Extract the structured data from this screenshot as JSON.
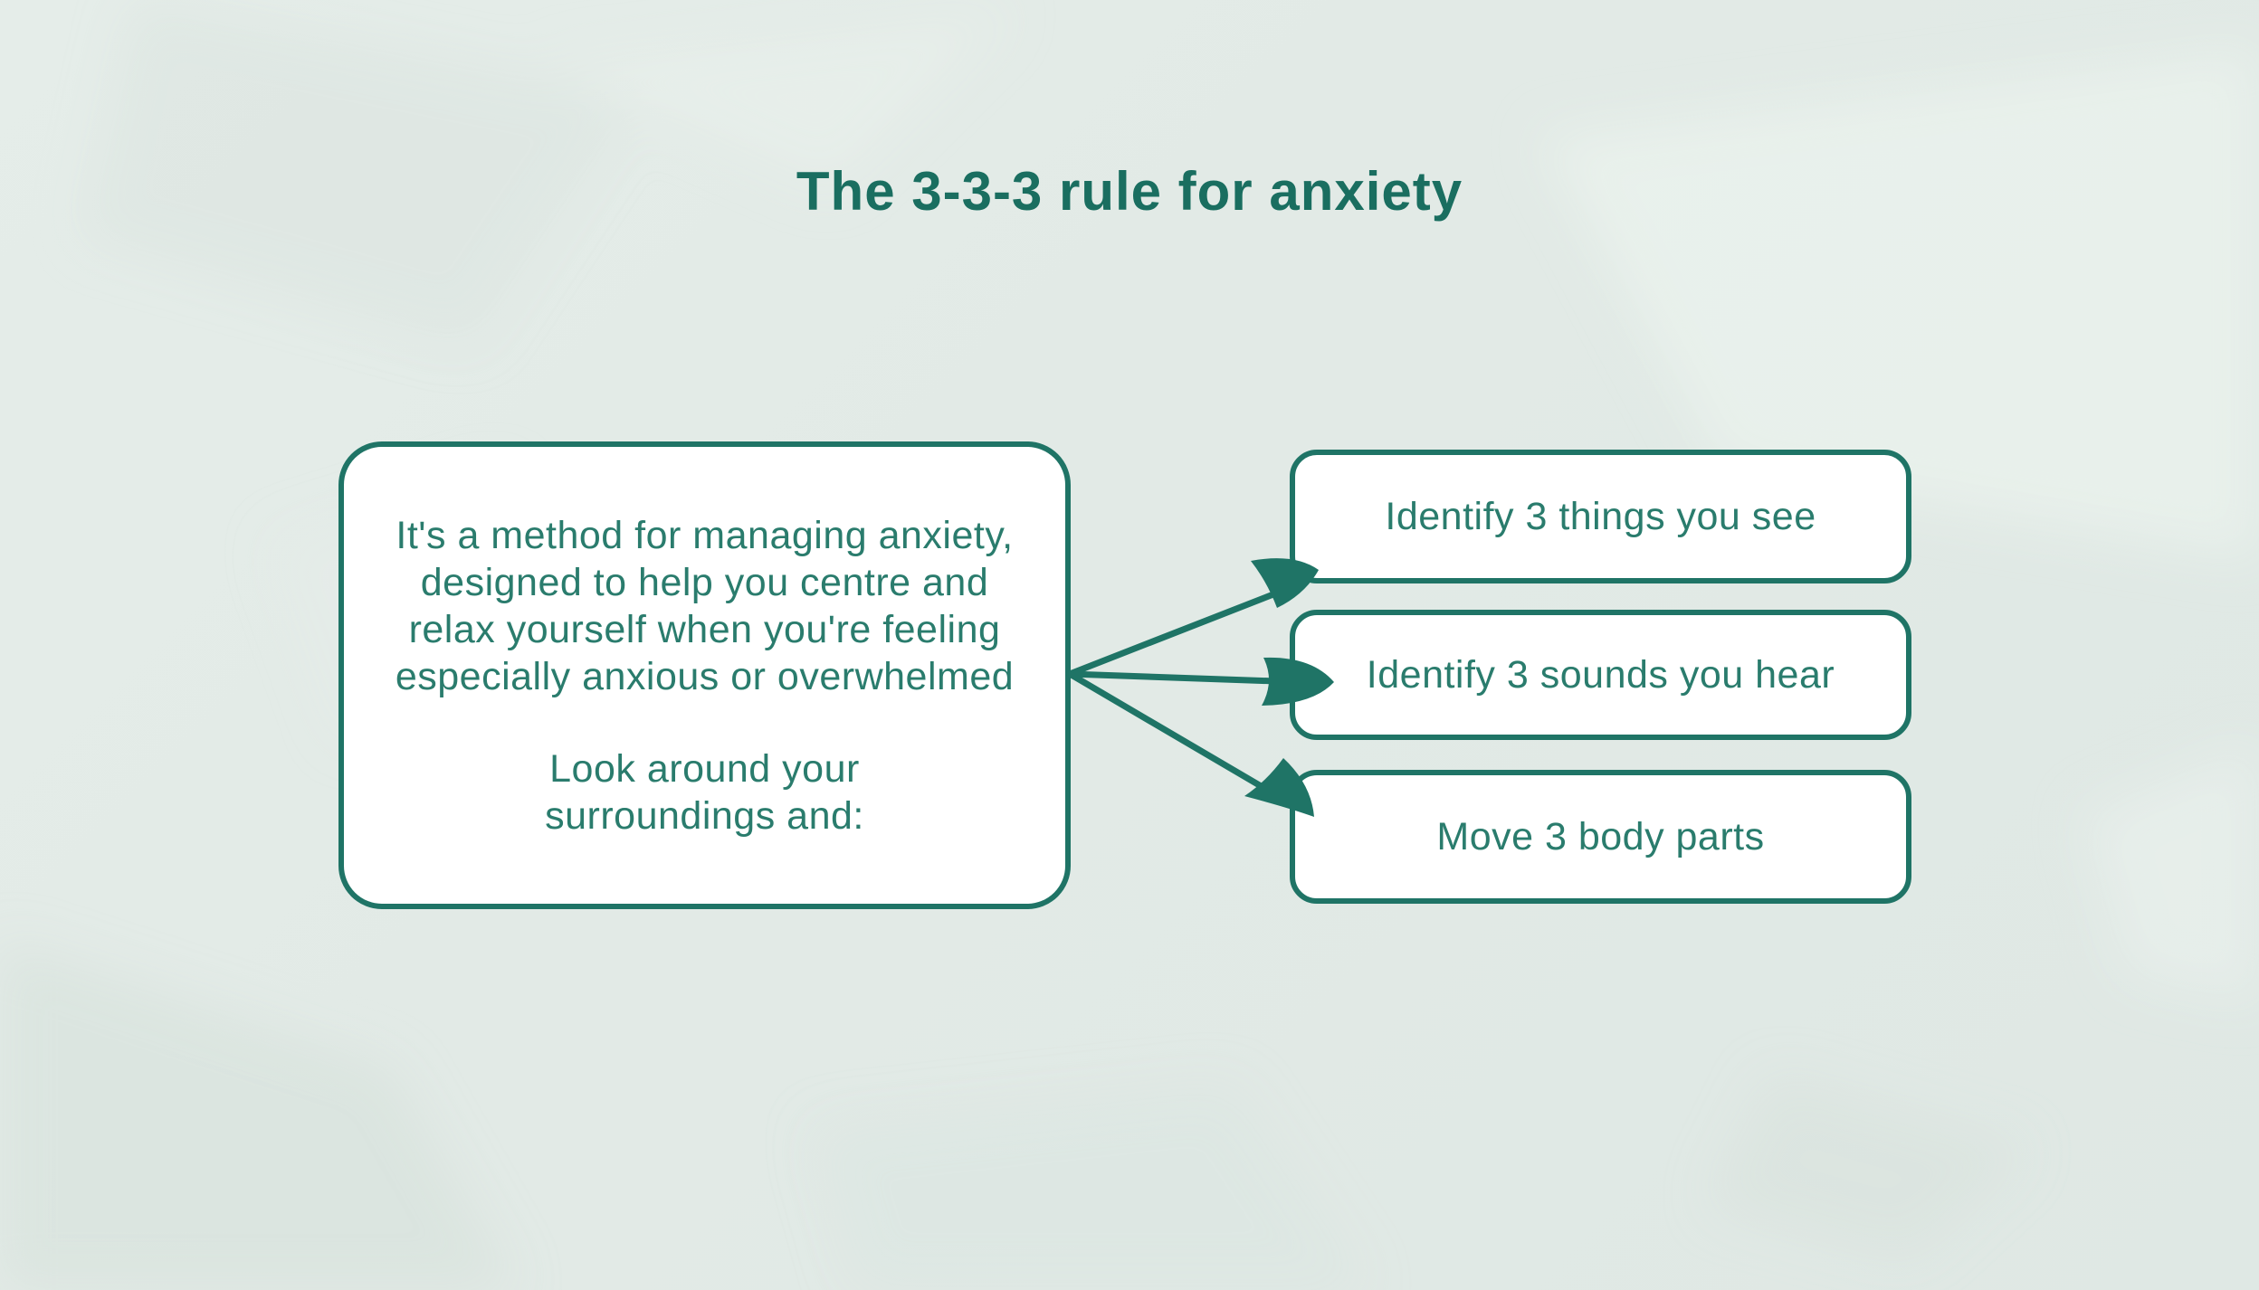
{
  "page": {
    "title": "The 3-3-3 rule for anxiety"
  },
  "intro_box": {
    "lines": [
      "It's a method for managing anxiety,",
      "designed to help you centre and",
      "relax yourself when you're feeling",
      "especially anxious or overwhelmed"
    ],
    "prompt_lines": [
      "Look around your",
      "surroundings and:"
    ]
  },
  "steps": [
    {
      "label": "Identify 3 things you see"
    },
    {
      "label": "Identify 3 sounds you hear"
    },
    {
      "label": "Move 3 body parts"
    }
  ],
  "colors": {
    "background": "#e2eae6",
    "outline_teal": "#1f7466",
    "title_teal": "#1a6e60",
    "text_teal": "#2a7c6d",
    "box_background": "#ffffff"
  }
}
